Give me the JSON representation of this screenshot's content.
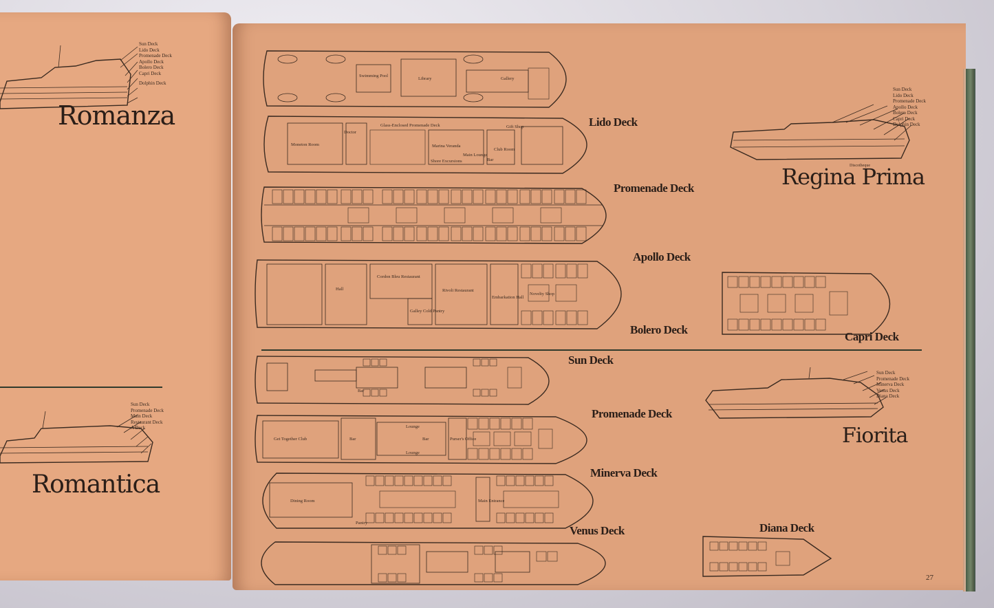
{
  "page_number": "27",
  "ships": {
    "romanza": {
      "title": "Romanza",
      "decks": [
        "Sun Deck",
        "Lido Deck",
        "Promenade Deck",
        "Apollo Deck",
        "Bolero Deck",
        "Capri Deck",
        "Dolphin Deck"
      ]
    },
    "romantica": {
      "title": "Romantica",
      "decks": [
        "Sun Deck",
        "Promenade Deck",
        "Main Deck",
        "Restaurant Deck",
        "A Deck"
      ]
    },
    "regina_prima": {
      "title": "Regina Prima",
      "decks": [
        "Sun Deck",
        "Lido Deck",
        "Promenade Deck",
        "Apollo Deck",
        "Bolero Deck",
        "Capri Deck",
        "Dolphin Deck"
      ],
      "side_label": "Discotheque",
      "plans": {
        "sun": {
          "rooms": [
            "Swimming Pool",
            "Library",
            "Gallery"
          ]
        },
        "lido": {
          "label": "Lido Deck",
          "rooms": [
            "Glass-Enclosed Promenade Deck",
            "Moneton Room",
            "Doctor",
            "Marina Veranda",
            "Main Lounge",
            "Club Room",
            "Shore Excursions",
            "Bar",
            "Gift Shop"
          ]
        },
        "promenade": {
          "label": "Promenade Deck"
        },
        "apollo": {
          "label": "Apollo Deck"
        },
        "bolero": {
          "label": "Bolero Deck",
          "rooms": [
            "Hall",
            "Cordon Bleu Restaurant",
            "Rivoli Restaurant",
            "Galley Cold Pantry",
            "Embarkation Hall",
            "Novelty Shop"
          ]
        },
        "capri": {
          "label": "Capri Deck"
        }
      }
    },
    "fiorita": {
      "title": "Fiorita",
      "decks": [
        "Sun Deck",
        "Promenade Deck",
        "Minerva Deck",
        "Venus Deck",
        "Diana Deck"
      ],
      "plans": {
        "sun": {
          "label": "Sun Deck",
          "rooms": [
            "Bar"
          ]
        },
        "promenade": {
          "label": "Promenade Deck",
          "rooms": [
            "Get Together Club",
            "Bar",
            "Lounge",
            "Bar",
            "Lounge",
            "Purser's Office"
          ]
        },
        "minerva": {
          "label": "Minerva Deck",
          "rooms": [
            "Dining Room",
            "Pantry",
            "Main Entrance"
          ]
        },
        "venus": {
          "label": "Venus Deck"
        },
        "diana": {
          "label": "Diana Deck"
        }
      }
    }
  }
}
